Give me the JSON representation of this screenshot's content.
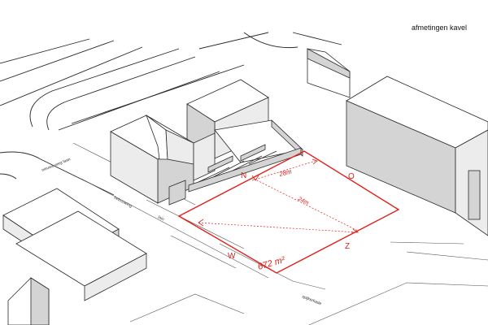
{
  "title": "afmetingen kavel",
  "streets": {
    "top": "nieuwe-weg laan",
    "left": "bebouwing",
    "left2": "lain",
    "bottom": "spijkerkade"
  },
  "compass": {
    "north": "N",
    "east": "O",
    "south": "Z",
    "west": "W"
  },
  "dimensions": {
    "width": "28m",
    "depth": "24m",
    "area": "672 m²"
  },
  "colors": {
    "plot": "#e0201b",
    "line": "#2a2a2a",
    "shade_dark": "#d4d4d4",
    "shade_light": "#ececec"
  }
}
